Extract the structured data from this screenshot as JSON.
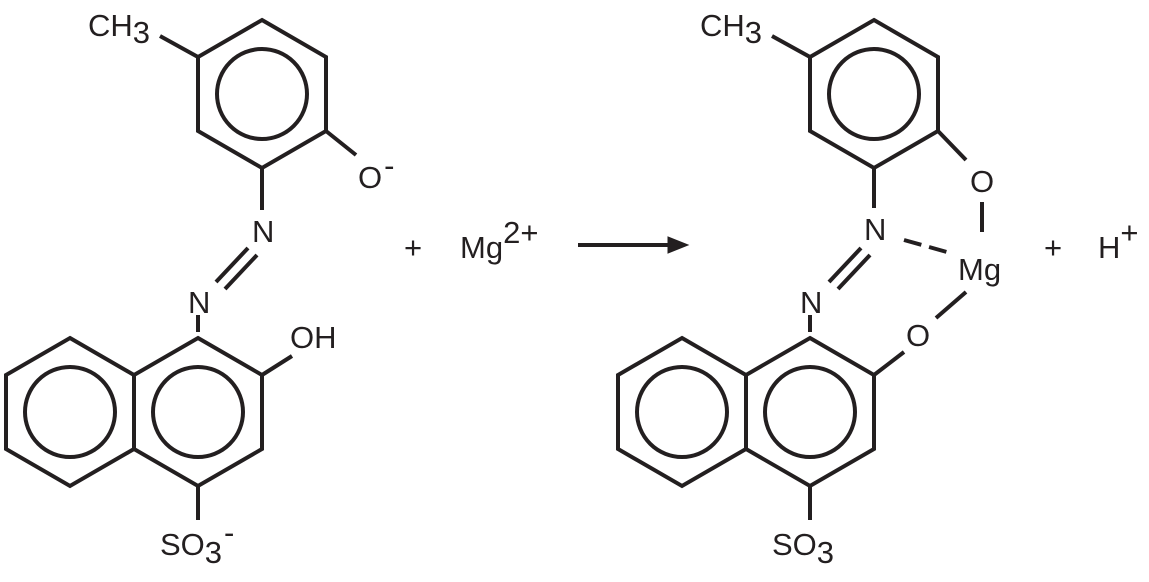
{
  "reactant": {
    "methyl": {
      "main": "CH",
      "sub": "3"
    },
    "phenoxide": {
      "main": "O",
      "sup": "-"
    },
    "azo_upper_n": "N",
    "azo_lower_n": "N",
    "hydroxyl": "OH",
    "sulfonate": {
      "main": "SO",
      "sub": "3",
      "sup": "-"
    }
  },
  "plus_1": "+",
  "magnesium_ion": {
    "main": "Mg",
    "sup": "2+"
  },
  "product": {
    "methyl": {
      "main": "CH",
      "sub": "3"
    },
    "phenoxide_o": "O",
    "azo_upper_n": "N",
    "azo_lower_n": "N",
    "magnesium": "Mg",
    "naphthol_o": "O",
    "sulfonate": {
      "main": "SO",
      "sub": "3"
    }
  },
  "plus_2": "+",
  "proton": {
    "main": "H",
    "sup": "+"
  },
  "colors": {
    "ink": "#231f20",
    "background": "#ffffff"
  }
}
